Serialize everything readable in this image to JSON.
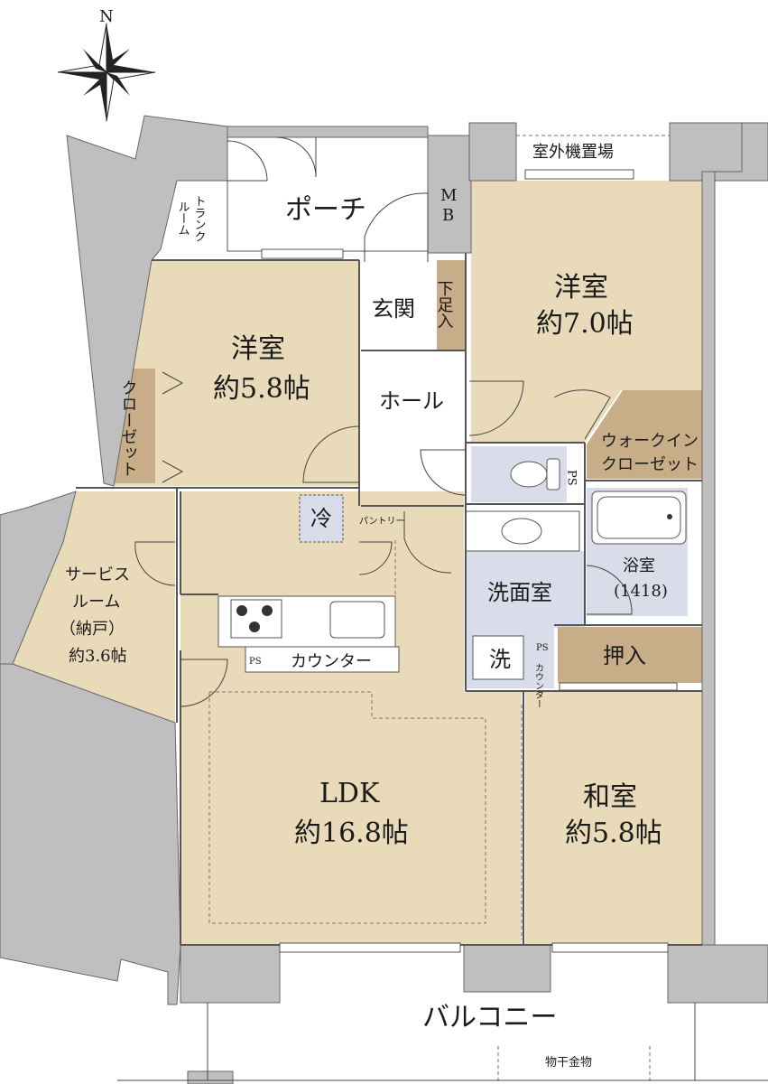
{
  "compass": {
    "north": "N"
  },
  "rooms": {
    "porch": "ポーチ",
    "trunk_room": "トランクルーム",
    "mb": "MB",
    "outdoor_unit": "室外機置場",
    "entrance": "玄関",
    "shoe_box": "下足入",
    "western_a": {
      "name": "洋室",
      "size": "約5.8帖"
    },
    "closet_a": "クローゼット",
    "western_b": {
      "name": "洋室",
      "size": "約7.0帖"
    },
    "hall": "ホール",
    "walk_in_closet": {
      "line1": "ウォークイン",
      "line2": "クローゼット"
    },
    "ps_toilet": "PS",
    "fridge": "冷",
    "pantry": "パントリー",
    "service_room": {
      "line1": "サービス",
      "line2": "ルーム",
      "line3": "（納戸）",
      "size": "約3.6帖"
    },
    "washroom": "洗面室",
    "bathroom": {
      "name": "浴室",
      "size": "(1418)"
    },
    "washer": "洗",
    "ps_kitchen": "PS",
    "ps_wash": "PS",
    "counter_small": "カウンター",
    "counter": "カウンター",
    "oshiire": "押入",
    "ldk": {
      "name": "LDK",
      "size": "約16.8帖"
    },
    "japanese": {
      "name": "和室",
      "size": "約5.8帖"
    },
    "balcony": "バルコニー",
    "drying_hardware": "物干金物"
  },
  "colors": {
    "room_fill": "#e9dbb9",
    "closet_fill": "#c8ad89",
    "wet_fill": "#d9dde9",
    "wall_fill": "#bfbfbf",
    "outline": "#3a3a3a"
  }
}
